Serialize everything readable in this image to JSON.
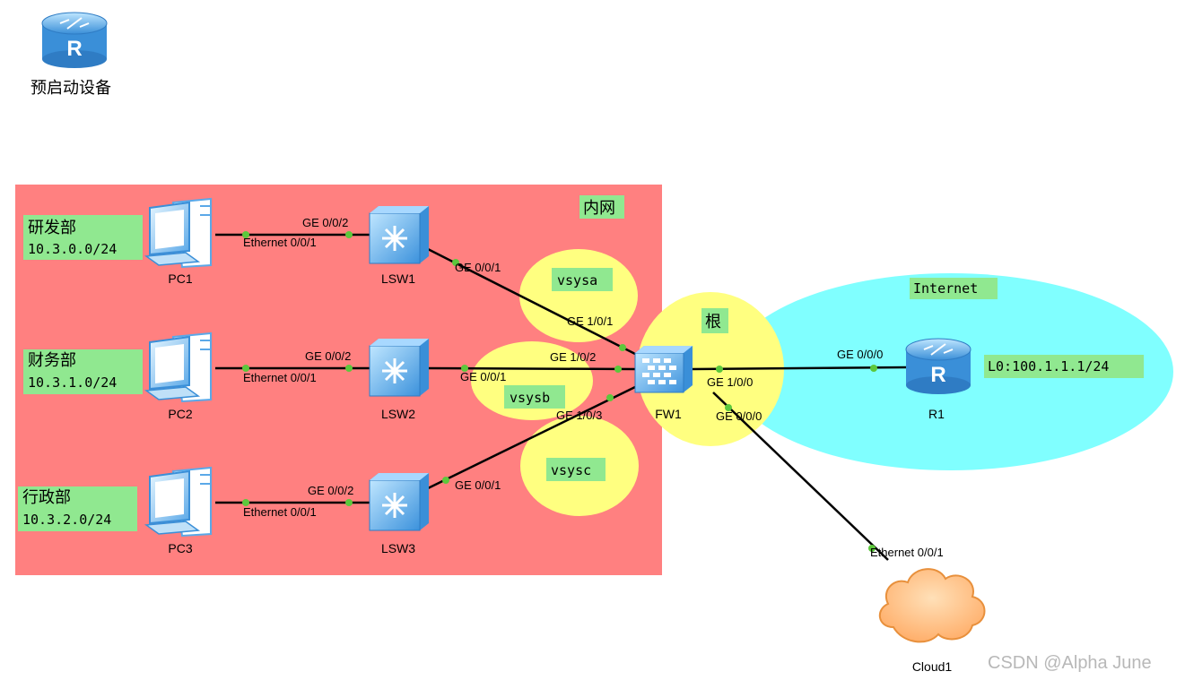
{
  "predevice": {
    "label": "预启动设备"
  },
  "zones": {
    "intranet": {
      "label": "内网"
    },
    "internet": {
      "label": "Internet"
    },
    "root": {
      "label": "根"
    },
    "vsysa": {
      "label": "vsysa"
    },
    "vsysb": {
      "label": "vsysb"
    },
    "vsysc": {
      "label": "vsysc"
    }
  },
  "departments": [
    {
      "name": "研发部",
      "subnet": "10.3.0.0/24"
    },
    {
      "name": "财务部",
      "subnet": "10.3.1.0/24"
    },
    {
      "name": "行政部",
      "subnet": "10.3.2.0/24"
    }
  ],
  "devices": {
    "pc1": "PC1",
    "pc2": "PC2",
    "pc3": "PC3",
    "lsw1": "LSW1",
    "lsw2": "LSW2",
    "lsw3": "LSW3",
    "fw1": "FW1",
    "r1": "R1",
    "cloud1": "Cloud1"
  },
  "r1_loopback": "L0:100.1.1.1/24",
  "ports": {
    "pc1_eth": "Ethernet 0/0/1",
    "lsw1_ge002": "GE 0/0/2",
    "lsw1_ge001": "GE 0/0/1",
    "pc2_eth": "Ethernet 0/0/1",
    "lsw2_ge002": "GE 0/0/2",
    "lsw2_ge001": "GE 0/0/1",
    "pc3_eth": "Ethernet 0/0/1",
    "lsw3_ge002": "GE 0/0/2",
    "lsw3_ge001": "GE 0/0/1",
    "fw_ge101": "GE 1/0/1",
    "fw_ge102": "GE 1/0/2",
    "fw_ge103": "GE 1/0/3",
    "fw_ge100": "GE 1/0/0",
    "fw_ge000": "GE 0/0/0",
    "r1_ge000": "GE 0/0/0",
    "cloud_eth": "Ethernet 0/0/1"
  },
  "watermark": "CSDN @Alpha June",
  "colors": {
    "intranet_bg": "#ff8080",
    "internet_bg": "#80ffff",
    "vsys_bg": "#ffff80",
    "label_bg": "#90e890",
    "port_dot": "#5cc83c",
    "cloud": "#ffbf80"
  }
}
